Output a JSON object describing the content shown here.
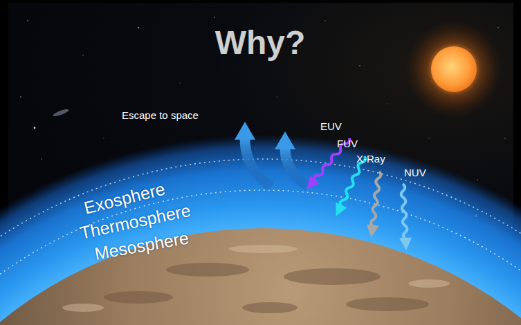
{
  "diagram": {
    "title": "Why?",
    "labels": [
      "Escape to space",
      "EUV",
      "FUV",
      "X-Ray",
      "NUV",
      "Exosphere",
      "Thermosphere",
      "Mesosphere"
    ]
  }
}
